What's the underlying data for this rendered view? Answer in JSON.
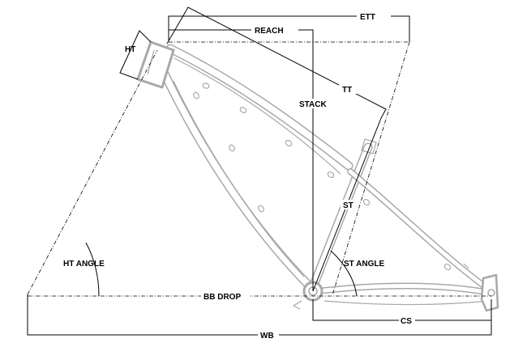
{
  "labels": {
    "ett": "ETT",
    "reach": "REACH",
    "ht": "HT",
    "stack": "STACK",
    "tt": "TT",
    "st": "ST",
    "ht_angle": "HT ANGLE",
    "st_angle": "ST ANGLE",
    "bb_drop": "BB DROP",
    "cs": "CS",
    "wb": "WB"
  },
  "colors": {
    "frame": "#a8a8a8",
    "dimension": "#000000",
    "background": "#ffffff"
  }
}
